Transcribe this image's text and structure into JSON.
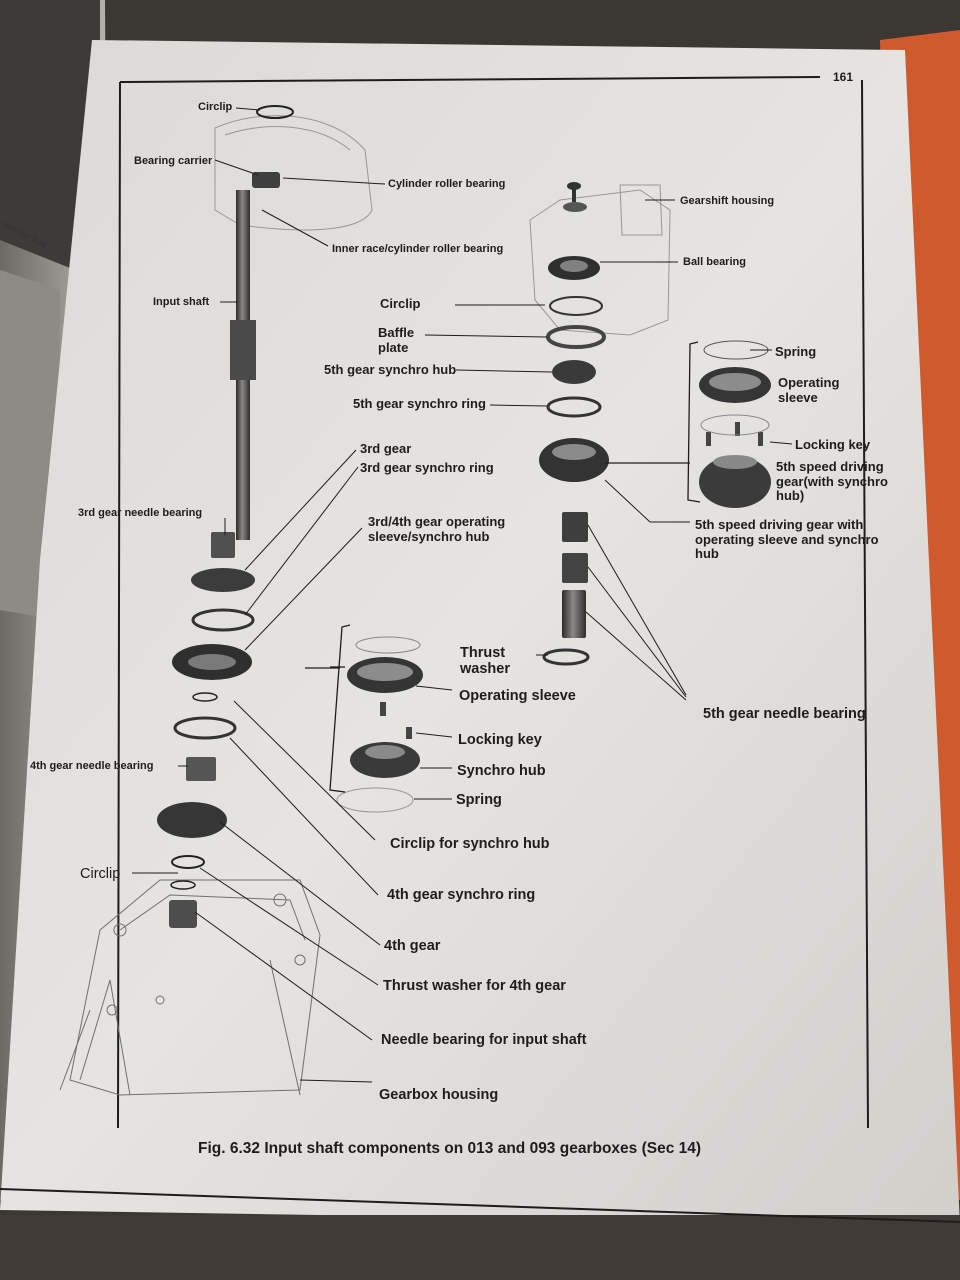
{
  "page_number": "161",
  "caption": "Fig. 6.32 Input shaft components on 013 and 093 gearboxes (Sec 14)",
  "left_page_fragment": "elector fork",
  "labels": {
    "circlip_top": "Circlip",
    "bearing_carrier": "Bearing carrier",
    "cylinder_roller_bearing": "Cylinder roller bearing",
    "inner_race": "Inner race/cylinder roller bearing",
    "input_shaft": "Input shaft",
    "third_needle": "3rd gear needle bearing",
    "fourth_needle": "4th gear needle bearing",
    "circlip_bottom": "Circlip",
    "third_gear": "3rd gear",
    "third_synchro_ring": "3rd gear synchro ring",
    "sleeve_hub_34": "3rd/4th gear operating sleeve/synchro hub",
    "thrust_washer": "Thrust washer",
    "operating_sleeve": "Operating sleeve",
    "locking_key": "Locking key",
    "synchro_hub": "Synchro hub",
    "spring": "Spring",
    "circlip_synchro": "Circlip for synchro hub",
    "fourth_synchro_ring": "4th gear synchro ring",
    "fourth_gear": "4th gear",
    "thrust_washer_4th": "Thrust washer for 4th gear",
    "needle_input": "Needle bearing for input shaft",
    "gearbox_housing": "Gearbox housing",
    "circlip_mid": "Circlip",
    "baffle_plate": "Baffle plate",
    "fifth_synchro_hub": "5th gear synchro hub",
    "fifth_synchro_ring": "5th gear synchro ring",
    "gearshift_housing": "Gearshift housing",
    "ball_bearing": "Ball bearing",
    "spring_right": "Spring",
    "operating_sleeve_right": "Operating sleeve",
    "locking_key_right": "Locking key",
    "fifth_speed_gear_hub": "5th speed driving gear(with synchro hub)",
    "fifth_speed_assembly": "5th speed driving gear with operating sleeve and synchro hub",
    "fifth_needle": "5th gear needle bearing"
  }
}
